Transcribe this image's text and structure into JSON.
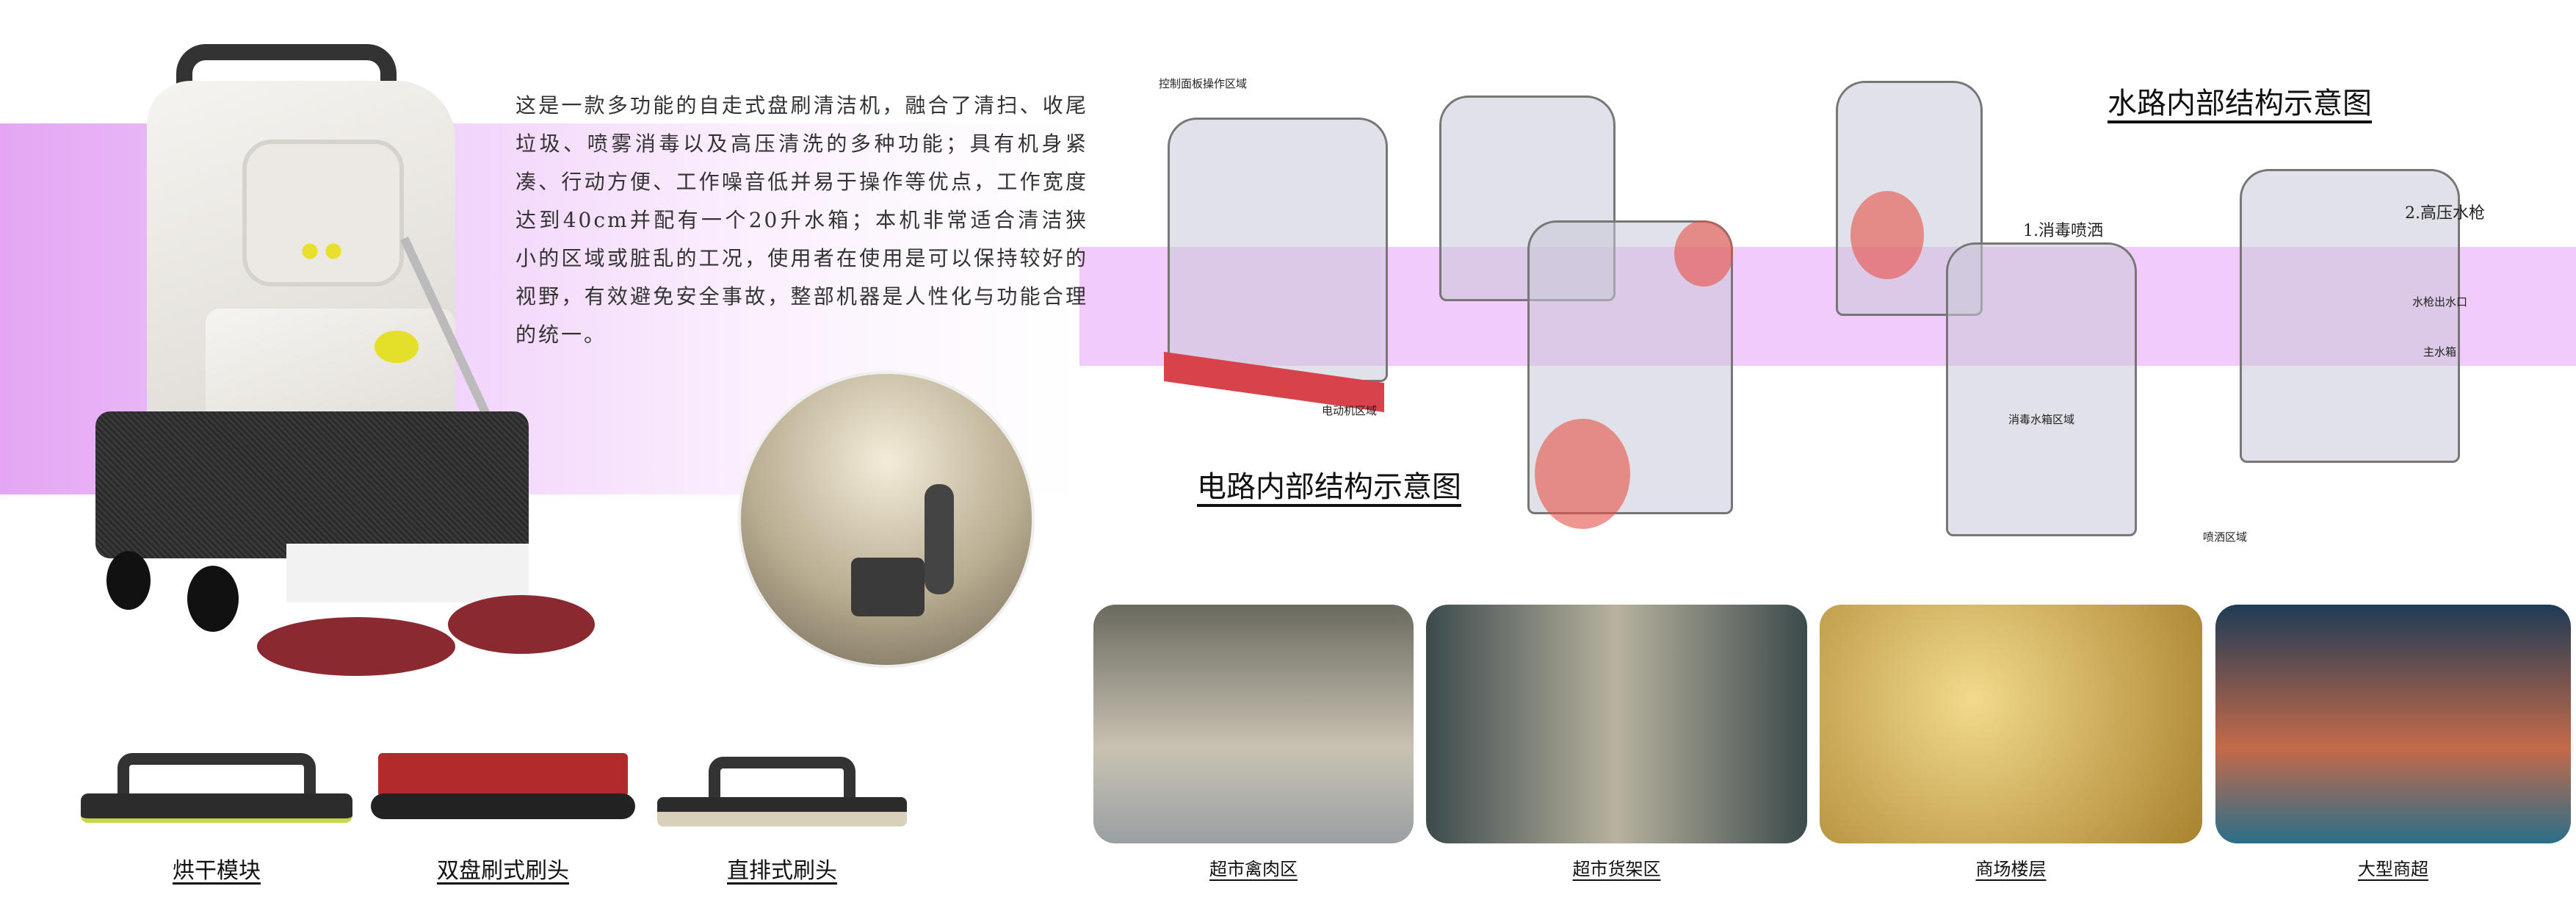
{
  "description": "这是一款多功能的自走式盘刷清洁机，融合了清扫、收尾垃圾、喷雾消毒以及高压清洗的多种功能；具有机身紧凑、行动方便、工作噪音低并易于操作等优点，工作宽度达到40cm并配有一个20升水箱；本机非常适合清洁狭小的区域或脏乱的工况，使用者在使用是可以保持较好的视野，有效避免安全事故，整部机器是人性化与功能合理的统一。",
  "modules": [
    {
      "label": "烘干模块"
    },
    {
      "label": "双盘刷式刷头"
    },
    {
      "label": "直排式刷头"
    }
  ],
  "circuit_diagram": {
    "title": "电路内部结构示意图",
    "labels": {
      "control": "控制面板操作区域",
      "motor": "电动机区域"
    }
  },
  "water_diagram": {
    "title": "水路内部结构示意图",
    "labels": {
      "spray": "1.消毒喷洒",
      "gun": "2.高压水枪",
      "gun_outlet": "水枪出水口",
      "main_tank": "主水箱",
      "disinfect_tank": "消毒水箱区域",
      "spray_area": "喷洒区域"
    }
  },
  "scenes": [
    {
      "label": "超市禽肉区",
      "colors": [
        "#6b6a60",
        "#c9c2b2"
      ]
    },
    {
      "label": "超市货架区",
      "colors": [
        "#3c4a4c",
        "#b8b29e"
      ]
    },
    {
      "label": "商场楼层",
      "colors": [
        "#a8822e",
        "#f2d98c"
      ]
    },
    {
      "label": "大型商超",
      "colors": [
        "#1f3b55",
        "#c46a4a"
      ]
    }
  ],
  "colors": {
    "band": "#efc6fa",
    "accent_yellow": "#e4e02a"
  }
}
